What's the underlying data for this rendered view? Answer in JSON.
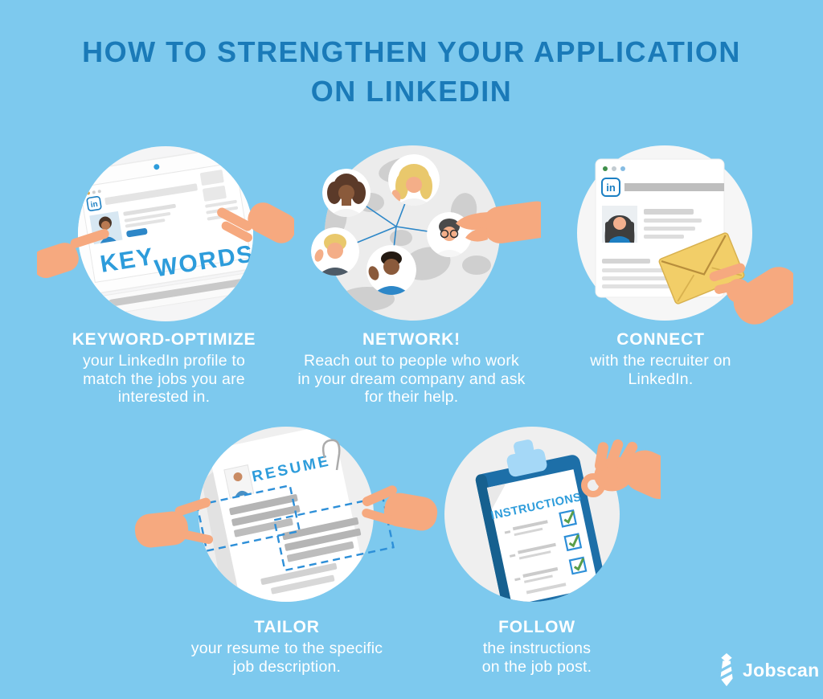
{
  "title": {
    "line1": "HOW TO STRENGTHEN YOUR APPLICATION",
    "line2": "ON LINKEDIN"
  },
  "steps": [
    {
      "heading": "KEYWORD-OPTIMIZE",
      "body_lines": [
        "your LinkedIn profile to",
        "match the jobs you are",
        "interested in."
      ],
      "art": {
        "key": "KEY",
        "words": "WORDS",
        "linkedin": "in"
      }
    },
    {
      "heading": "NETWORK!",
      "body_lines": [
        "Reach out to people who work",
        "in your dream company and ask",
        "for their help."
      ]
    },
    {
      "heading": "CONNECT",
      "body_lines": [
        "with the recruiter on",
        "LinkedIn."
      ],
      "art": {
        "linkedin": "in"
      }
    },
    {
      "heading": "TAILOR",
      "body_lines": [
        "your resume to the specific",
        "job description."
      ],
      "art": {
        "resume": "RESUME"
      }
    },
    {
      "heading": "FOLLOW",
      "body_lines": [
        "the instructions",
        "on the job post."
      ],
      "art": {
        "instructions": "INSTRUCTIONS"
      }
    }
  ],
  "branding": {
    "name": "Jobscan",
    "icon": "tie-icon"
  },
  "colors": {
    "background": "#7DC9EE",
    "title_text": "#1A7AB8",
    "caption_text": "#FFFFFF",
    "illustration_accent_blue": "#2D9CDB",
    "linkedin_blue": "#1B7FC3",
    "skin_tone": "#F6A97F",
    "envelope_yellow": "#F2CE68",
    "clipboard_blue": "#1D6FA8",
    "check_green": "#5A9E49",
    "circle_gray": "#EFEFEF"
  }
}
